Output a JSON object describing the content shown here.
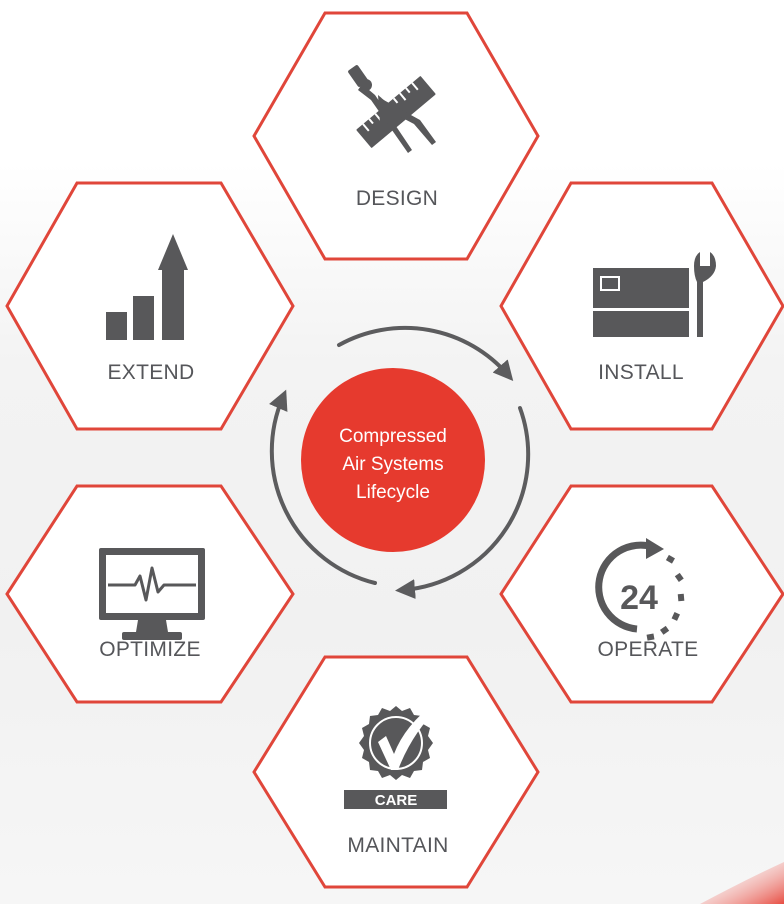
{
  "colors": {
    "accent_red": "#e63a2e",
    "hex_border": "#e0463a",
    "hex_fill": "#ffffff",
    "icon_gray": "#58585a",
    "arrow_gray": "#5c5c5e",
    "label_gray": "#55565a"
  },
  "center": {
    "line1": "Compressed",
    "line2": "Air Systems",
    "line3": "Lifecycle"
  },
  "stages": [
    {
      "id": "design",
      "label": "DESIGN",
      "icon": "ruler-compass-icon"
    },
    {
      "id": "install",
      "label": "INSTALL",
      "icon": "compressor-wrench-icon"
    },
    {
      "id": "operate",
      "label": "OPERATE",
      "icon": "clock-24-icon"
    },
    {
      "id": "maintain",
      "label": "MAINTAIN",
      "icon": "care-checkmark-icon"
    },
    {
      "id": "optimize",
      "label": "OPTIMIZE",
      "icon": "monitor-pulse-icon"
    },
    {
      "id": "extend",
      "label": "EXTEND",
      "icon": "growth-bar-arrow-icon"
    }
  ],
  "care_badge_text": "CARE",
  "clock_number": "24"
}
